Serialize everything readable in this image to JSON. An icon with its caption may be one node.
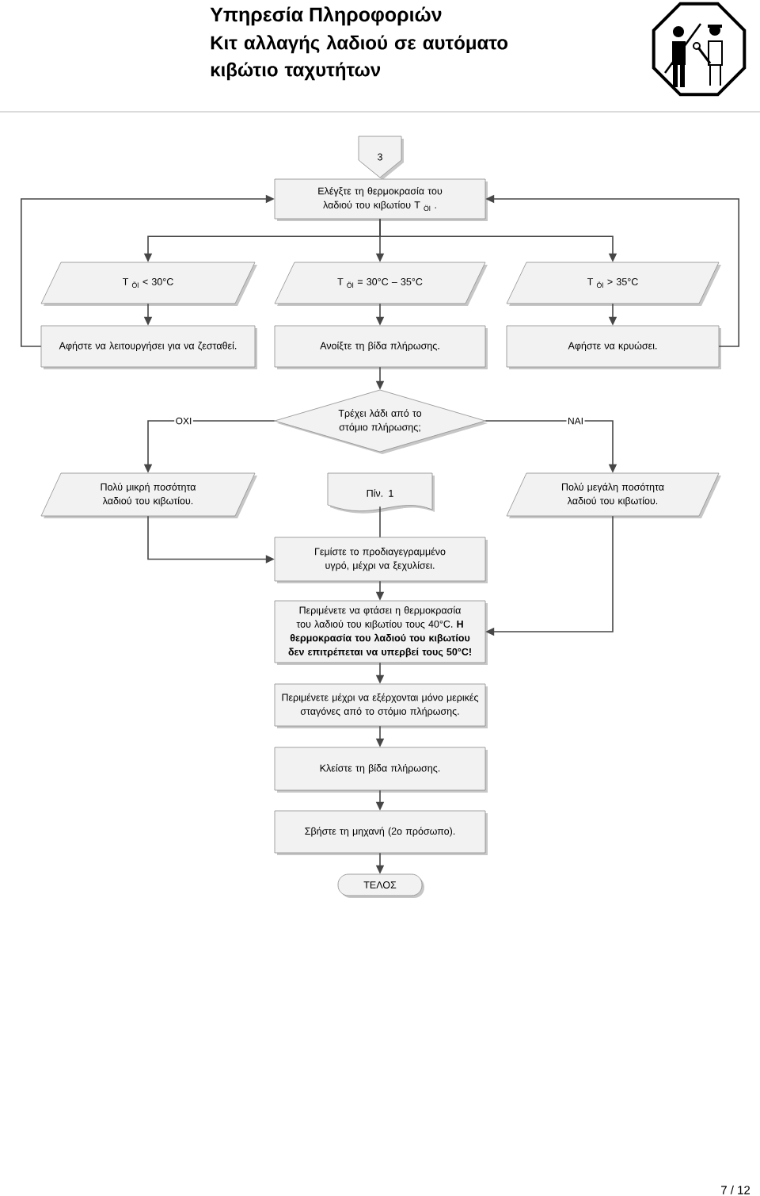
{
  "diagram": {
    "title": "Υπηρεσία Πληροφοριών",
    "nodes": [
      {
        "text": [
          "3"
        ]
      },
      {
        "text": [
          "Ελέγξτε τη θερμοκρασία του λαδιού του κιβωτίου T $_{Öl}$ ."
        ]
      },
      {
        "text": [
          "T $_{Öl}$ < 30°C"
        ]
      },
      {
        "text": [
          "T $_{Öl}$ = 30°C – 35°C"
        ]
      },
      {
        "text": [
          "T $_{Öl}$ > 35°C"
        ]
      },
      {
        "text": [
          "Αφήστε να λειτουργήσει για να ζεσταθεί."
        ]
      },
      {
        "text": [
          "Ανοίξτε τη βίδα πλήρωσης."
        ]
      },
      {
        "text": [
          "Αφήστε να κρυώσει."
        ]
      },
      {
        "text": [
          "Τρέχει λάδι από το στόμιο πλήρωσης;"
        ]
      },
      {
        "text": [
          "Πολύ μικρή ποσότητα λαδιού του κιβωτίου."
        ]
      },
      {
        "text": [
          "Πίν. 1"
        ]
      },
      {
        "text": [
          "Πολύ μεγάλη ποσότητα λαδιού του κιβωτίου."
        ]
      },
      {
        "text": [
          "Γεμίστε το προδιαγεγραμμένο υγρό, μέχρι να ξεχυλίσει."
        ]
      },
      {
        "text": [
          "Περιμένετε να φτάσει η θερμοκρασία του λαδιού του κιβωτίου τους 40°C. **Η θερμοκρασία του λαδιού του κιβωτίου δεν επιτρέπεται να υπερβεί τους 50°C!**"
        ]
      },
      {
        "text": [
          "Περιμένετε μέχρι να εξέρχονται μόνο μερικές σταγόνες από το στόμιο πλήρωσης."
        ]
      },
      {
        "text": [
          "Κλείστε τη βίδα πλήρωσης."
        ]
      },
      {
        "text": [
          "Σβήστε τη μηχανή (2ο πρόσωπο)."
        ]
      },
      {
        "text": [
          "ΤΕΛΟΣ"
        ]
      }
    ],
    "edges": [
      {
        "from": 1,
        "to": 2,
        "arrow": "to"
      },
      {
        "from": 1,
        "to": 3,
        "arrow": "to"
      },
      {
        "from": 1,
        "to": 4,
        "arrow": "to"
      },
      {
        "from": 2,
        "to": 5,
        "arrow": "to"
      },
      {
        "from": 3,
        "to": 6,
        "arrow": "to"
      },
      {
        "from": 4,
        "to": 7,
        "arrow": "to"
      },
      {
        "from": 5,
        "to": 1,
        "arrow": "to"
      },
      {
        "from": 7,
        "to": 1,
        "arrow": "to"
      },
      {
        "from": 6,
        "to": 8,
        "arrow": "to"
      },
      {
        "from": 8,
        "to": 9,
        "arrow": "to",
        "label": "ΟΧΙ"
      },
      {
        "from": 8,
        "to": 11,
        "arrow": "to",
        "label": "ΝΑΙ"
      },
      {
        "from": 9,
        "to": 12,
        "arrow": "to"
      },
      {
        "from": 10,
        "to": 12,
        "arrow": "none"
      },
      {
        "from": 12,
        "to": 13,
        "arrow": "to"
      },
      {
        "from": 11,
        "to": 13,
        "arrow": "to"
      },
      {
        "from": 13,
        "to": 14,
        "arrow": "to"
      },
      {
        "from": 14,
        "to": 15,
        "arrow": "to"
      },
      {
        "from": 15,
        "to": 16,
        "arrow": "to"
      },
      {
        "from": 16,
        "to": 17,
        "arrow": "to"
      }
    ],
    "labels": [
      "Κιτ αλλαγής λαδιού σε αυτόματο κιβώτιο ταχυτήτων",
      "7 / 12"
    ]
  }
}
